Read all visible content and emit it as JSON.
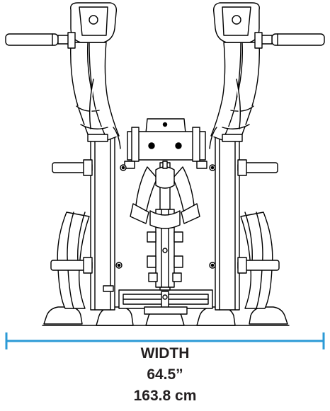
{
  "dimension": {
    "title": "WIDTH",
    "imperial": "64.5”",
    "metric": "163.8 cm",
    "line_color": "#2b9ad6"
  },
  "drawing": {
    "stroke_color": "#000000",
    "fill_color": "#ffffff",
    "subject": "plate-loaded-lat-pulldown-machine-front-view"
  }
}
